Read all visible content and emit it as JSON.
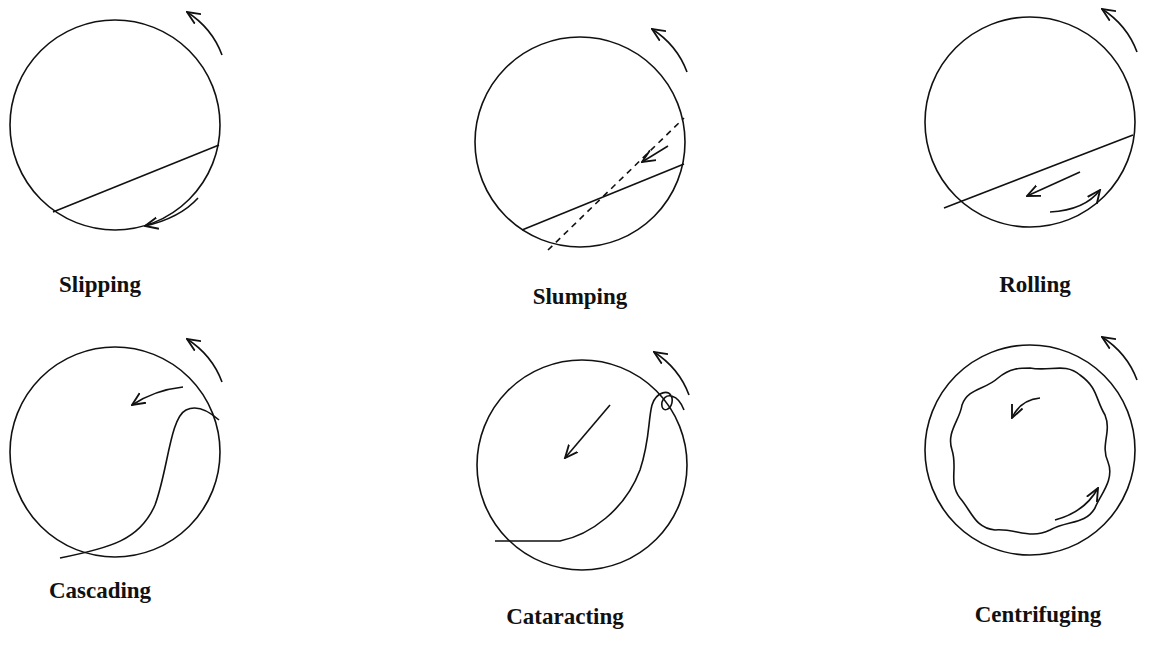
{
  "diagram": {
    "labels": [
      "Slipping",
      "Slumping",
      "Rolling",
      "Cascading",
      "Cataracting",
      "Centrifuging"
    ]
  }
}
